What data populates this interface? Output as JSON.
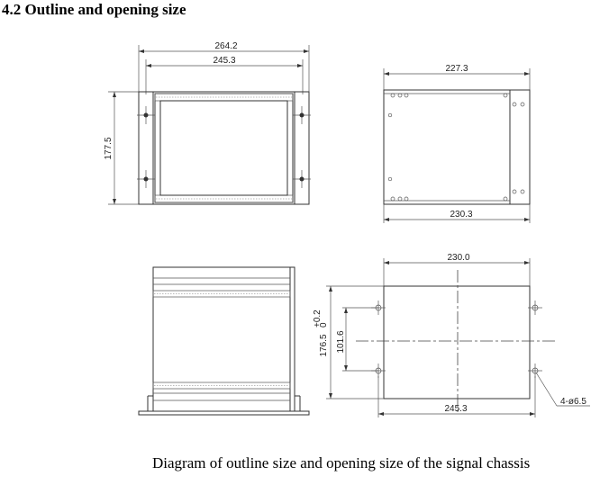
{
  "heading": "4.2 Outline and opening size",
  "caption": "Diagram of outline size and opening size of the signal chassis",
  "dimensions": {
    "front_total_width": "264.2",
    "front_inner_width": "245.3",
    "front_height": "177.5",
    "side_top_depth": "227.3",
    "side_bottom_depth": "230.3",
    "opening_width": "230.0",
    "opening_hole_pitch_width": "245.3",
    "opening_height": "176.5",
    "opening_height_tol": "+0.2",
    "opening_height_tol_low": "0",
    "opening_hole_pitch_height": "101.6",
    "hole_spec": "4-ø6.5"
  }
}
